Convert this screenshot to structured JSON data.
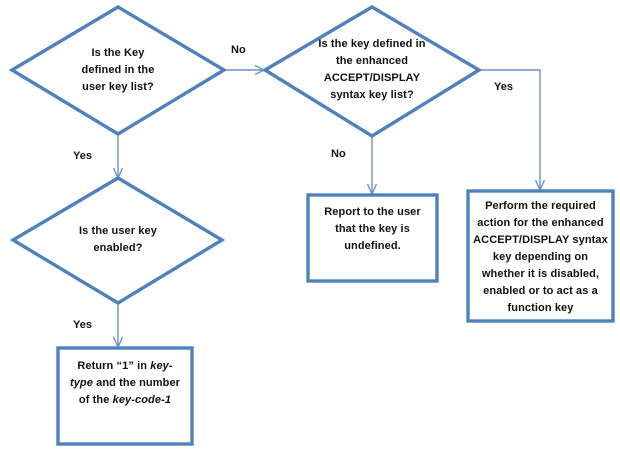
{
  "diagram": {
    "type": "flowchart",
    "shape_border_color": "#4F81BD",
    "shape_fill_color": "#FFFFFF",
    "connector_color": "#6B93C4",
    "text_color": "#111111",
    "nodes": [
      {
        "id": "q-user-key-defined",
        "shape": "decision",
        "lines": [
          "Is the Key",
          "defined in the",
          "user key list?"
        ]
      },
      {
        "id": "q-enhanced-key-defined",
        "shape": "decision",
        "lines": [
          "Is the key defined in",
          "the enhanced",
          "ACCEPT/DISPLAY",
          "syntax key list?"
        ]
      },
      {
        "id": "q-user-key-enabled",
        "shape": "decision",
        "lines": [
          "Is the user key",
          "enabled?"
        ]
      },
      {
        "id": "a-report-undefined",
        "shape": "process",
        "lines": [
          "Report to the user",
          "that the key is",
          "undefined."
        ]
      },
      {
        "id": "a-perform-enhanced-action",
        "shape": "process",
        "lines": [
          "Perform the required",
          "action for the enhanced",
          "ACCEPT/DISPLAY syntax",
          "key depending on",
          "whether it is disabled,",
          "enabled or to act as a",
          "function key"
        ]
      },
      {
        "id": "a-return-key-type",
        "shape": "process",
        "html_lines": [
          "Return “1” in <em>key-</em>",
          "<em>type</em> and the number",
          "of the <em>key-code-1</em>"
        ]
      }
    ],
    "edges": [
      {
        "id": "edge-no-to-enhanced",
        "label": "No",
        "from": "q-user-key-defined",
        "to": "q-enhanced-key-defined"
      },
      {
        "id": "edge-yes-to-enabled",
        "label": "Yes",
        "from": "q-user-key-defined",
        "to": "q-user-key-enabled"
      },
      {
        "id": "edge-no-to-report",
        "label": "No",
        "from": "q-enhanced-key-defined",
        "to": "a-report-undefined"
      },
      {
        "id": "edge-yes-to-perform",
        "label": "Yes",
        "from": "q-enhanced-key-defined",
        "to": "a-perform-enhanced-action"
      },
      {
        "id": "edge-yes-to-return",
        "label": "Yes",
        "from": "q-user-key-enabled",
        "to": "a-return-key-type"
      }
    ]
  }
}
